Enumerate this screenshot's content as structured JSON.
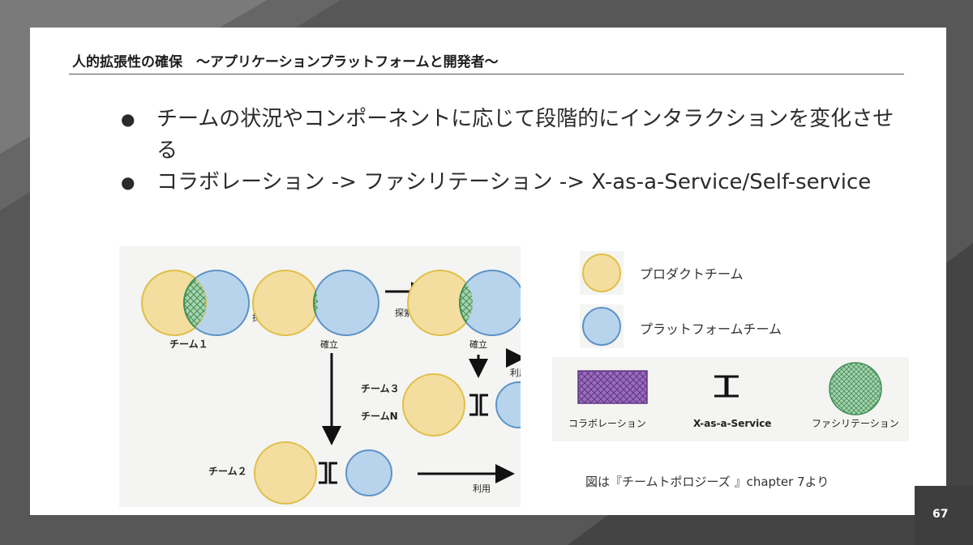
{
  "slide": {
    "title": "人的拡張性の確保　〜アプリケーションプラットフォームと開発者〜",
    "bullets": [
      {
        "text": "チームの状況やコンポーネントに応じて段階的にインタラクションを変化させる"
      },
      {
        "text": "コラボレーション -> ファシリテーション -> X-as-a-Service/Self-service"
      }
    ],
    "bullet_glyph": "●",
    "page_number": "67",
    "caption": "図は『チームトポロジーズ 』chapter 7より"
  },
  "diagram": {
    "labels": {
      "team1": "チーム１",
      "team2": "チーム２",
      "team3": "チーム３",
      "teamN": "チームN",
      "explore_1": "探索",
      "explore_2": "探索",
      "established_1": "確立",
      "established_2": "確立",
      "use_1": "利用",
      "use_2": "利用"
    },
    "colors": {
      "product": "#f3dea0",
      "product_stroke": "#e0bf4a",
      "platform": "#b8d4ec",
      "platform_stroke": "#5d93c6",
      "facilitation": "#a9d2b0",
      "facilitation_stroke": "#3f8f55",
      "collaboration": "#9a6cbc",
      "collaboration_stroke": "#5e3585"
    }
  },
  "legend": {
    "product_team": "プロダクトチーム",
    "platform_team": "プラットフォームチーム",
    "collaboration": "コラボレーション",
    "xaas": "X-as-a-Service",
    "facilitation": "ファシリテーション"
  }
}
